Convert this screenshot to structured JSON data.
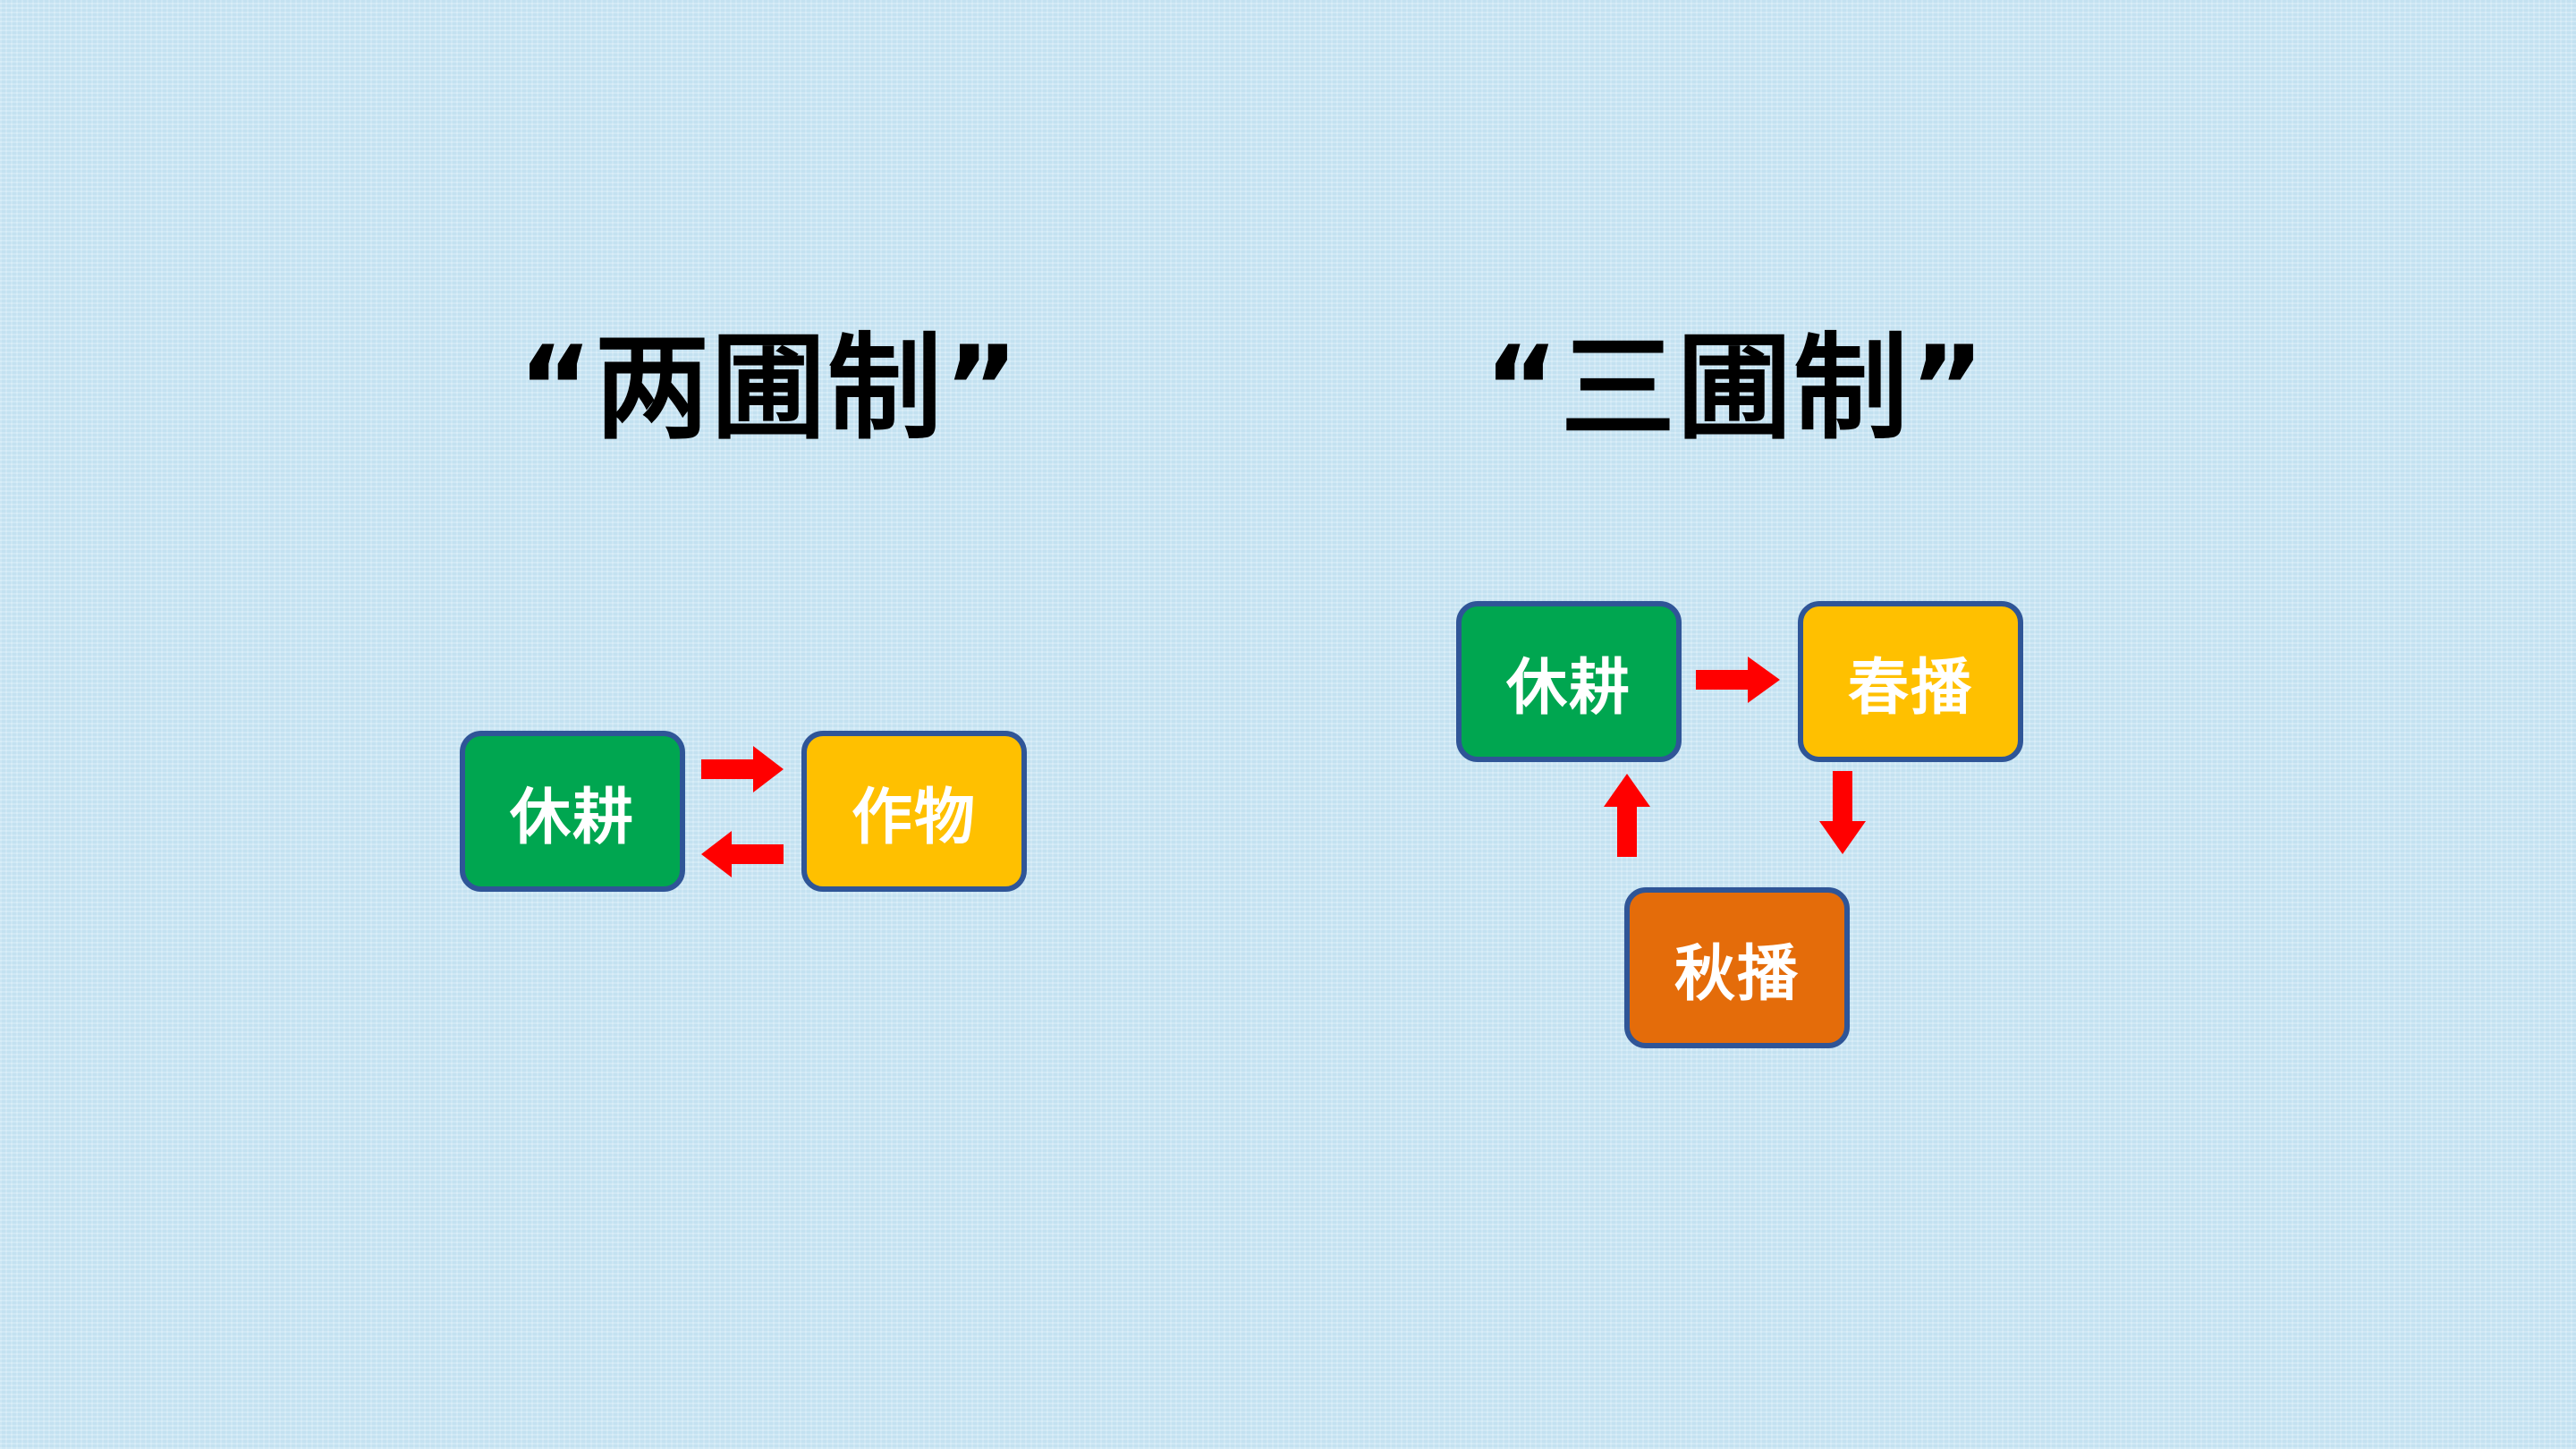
{
  "diagrams": {
    "two_field": {
      "title": "“两圃制”",
      "nodes": [
        {
          "label": "休耕",
          "color": "#00a650"
        },
        {
          "label": "作物",
          "color": "#ffc000"
        }
      ],
      "edges": [
        {
          "from": "休耕",
          "to": "作物"
        },
        {
          "from": "作物",
          "to": "休耕"
        }
      ]
    },
    "three_field": {
      "title": "“三圃制”",
      "nodes": [
        {
          "label": "休耕",
          "color": "#00a650"
        },
        {
          "label": "春播",
          "color": "#ffc000"
        },
        {
          "label": "秋播",
          "color": "#e46c0a"
        }
      ],
      "edges": [
        {
          "from": "休耕",
          "to": "春播"
        },
        {
          "from": "春播",
          "to": "秋播"
        },
        {
          "from": "秋播",
          "to": "休耕"
        }
      ]
    }
  },
  "colors": {
    "background": "#cbe7f5",
    "arrow": "#ff0000",
    "box_border": "#2f5597",
    "node_text": "#ffffff"
  }
}
